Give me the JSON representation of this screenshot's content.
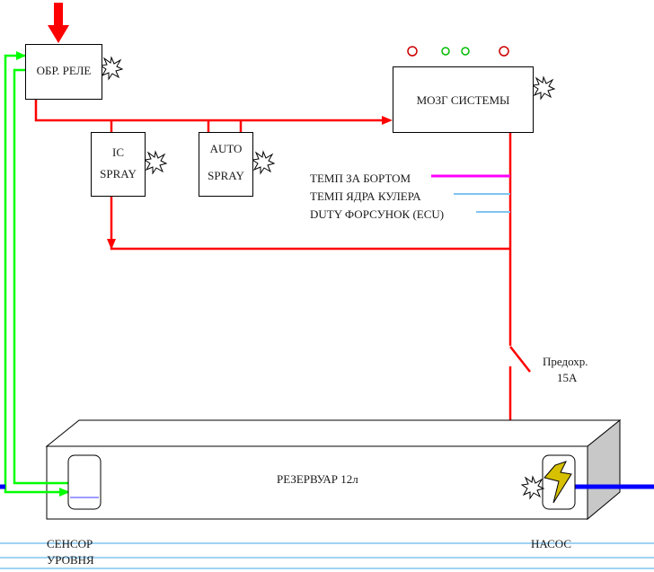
{
  "blocks": {
    "relay": "ОБР. РЕЛЕ",
    "ic_spray_1": "IC",
    "ic_spray_2": "SPRAY",
    "auto_spray_1": "AUTO",
    "auto_spray_2": "SPRAY",
    "brain": "МОЗГ СИСТЕМЫ"
  },
  "signals": [
    "ТЕМП ЗА БОРТОМ",
    "ТЕМП ЯДРА КУЛЕРА",
    "DUTY ФОРСУНОК (ECU)"
  ],
  "fuse": {
    "line1": "Предохр.",
    "line2": "15А"
  },
  "tank": {
    "label": "РЕЗЕРВУАР 12л"
  },
  "sensor": {
    "line1": "СЕНСОР",
    "line2": "УРОВНЯ"
  },
  "pump": {
    "label": "НАСОС"
  },
  "colors": {
    "power": "#ff0000",
    "sensor_signal": "#00ff00",
    "input_signal": "#ff00ff",
    "water_out": "#0000ff",
    "led_red": "#cc0000",
    "led_green": "#00bb00"
  },
  "icons": [
    "down-arrow-icon",
    "starburst-icon",
    "led-icon",
    "bolt-icon"
  ]
}
